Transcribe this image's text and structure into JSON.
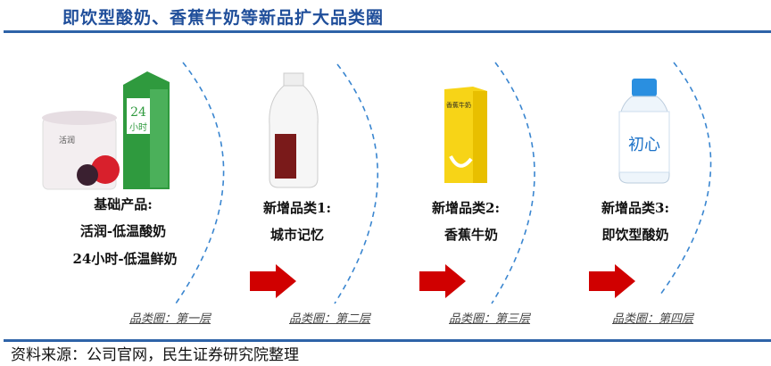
{
  "title": "即饮型酸奶、香蕉牛奶等新品扩大品类圈",
  "groups": [
    {
      "heading": "基础产品:",
      "lines": [
        "活润-低温酸奶",
        "24小时-低温鲜奶"
      ],
      "layer": "品类圈：第一层"
    },
    {
      "heading": "新增品类1:",
      "lines": [
        "城市记忆"
      ],
      "layer": "品类圈：第二层"
    },
    {
      "heading": "新增品类2:",
      "lines": [
        "香蕉牛奶"
      ],
      "layer": "品类圈：第三层"
    },
    {
      "heading": "新增品类3:",
      "lines": [
        "即饮型酸奶"
      ],
      "layer": "品类圈：第四层"
    }
  ],
  "products": {
    "carton_24": "24",
    "carton_24_sub": "小时",
    "cup_brand": "活润",
    "banana": "香蕉牛奶",
    "chuxin": "初心"
  },
  "footer": "资料来源：公司官网，民生证券研究院整理",
  "colors": {
    "title": "#1f4e9a",
    "arrow": "#d00000",
    "dash": "#3a86d0"
  }
}
